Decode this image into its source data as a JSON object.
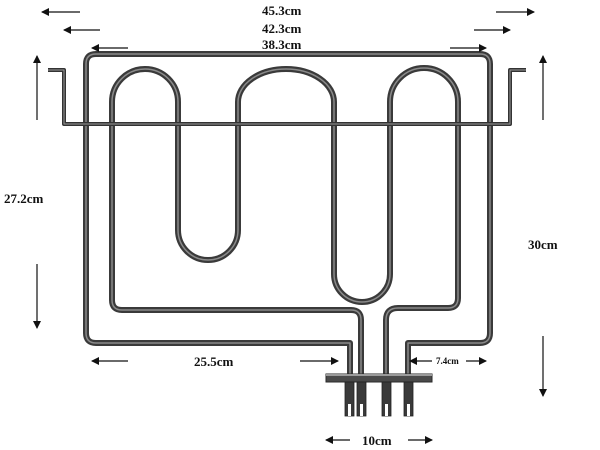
{
  "dimensions": {
    "outer_width": "45.3cm",
    "middle_width": "42.3cm",
    "inner_width": "38.3cm",
    "inner_height": "27.2cm",
    "total_height": "30cm",
    "left_offset": "25.5cm",
    "terminal_offset": "7.4cm",
    "terminal_width": "10cm"
  },
  "colors": {
    "element": "#3a3a3a",
    "element_highlight": "#8a8a8a",
    "annotation": "#111111"
  }
}
